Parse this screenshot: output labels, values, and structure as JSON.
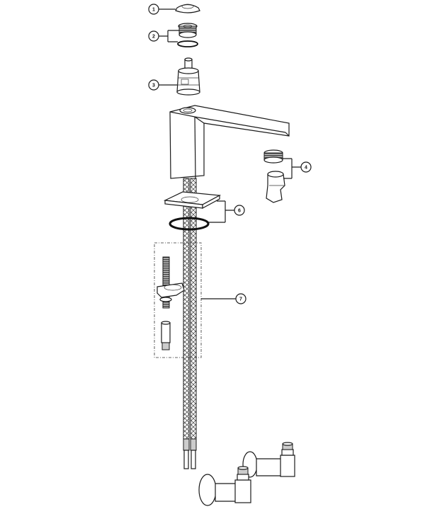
{
  "diagram": {
    "callouts": [
      {
        "label": "1",
        "part": "cap"
      },
      {
        "label": "2",
        "part": "ring-nut-and-oring"
      },
      {
        "label": "3",
        "part": "cartridge"
      },
      {
        "label": "4",
        "part": "aerator"
      },
      {
        "label": "6",
        "part": "base-plate-and-gasket"
      },
      {
        "label": "7",
        "part": "fixing-kit"
      }
    ]
  }
}
